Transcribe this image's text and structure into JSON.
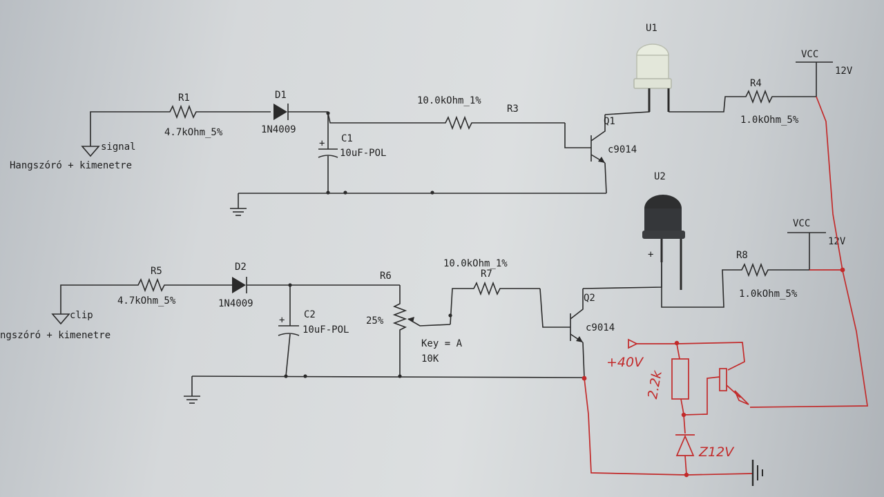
{
  "circuit_top": {
    "r1": {
      "ref": "R1",
      "value": "4.7kOhm_5%"
    },
    "d1": {
      "ref": "D1",
      "value": "1N4009"
    },
    "c1": {
      "ref": "C1",
      "value": "10uF-POL",
      "polarity": "+"
    },
    "r3": {
      "ref": "R3",
      "value": "10.0kOhm_1%"
    },
    "q1": {
      "ref": "Q1",
      "value": "c9014"
    },
    "u1": {
      "ref": "U1"
    },
    "r4": {
      "ref": "R4",
      "value": "1.0kOhm_5%"
    },
    "vcc": {
      "label": "VCC",
      "voltage": "12V"
    },
    "signal": {
      "label": "signal",
      "caption": "Hangszóró + kimenetre"
    }
  },
  "circuit_bottom": {
    "r5": {
      "ref": "R5",
      "value": "4.7kOhm_5%"
    },
    "d2": {
      "ref": "D2",
      "value": "1N4009"
    },
    "c2": {
      "ref": "C2",
      "value": "10uF-POL",
      "polarity": "+"
    },
    "r6": {
      "ref": "R6",
      "percent": "25%",
      "key": "Key = A",
      "value": "10K"
    },
    "r7": {
      "ref": "R7",
      "value": "10.0kOhm_1%"
    },
    "q2": {
      "ref": "Q2",
      "value": "c9014"
    },
    "u2": {
      "ref": "U2",
      "polarity": "+"
    },
    "r8": {
      "ref": "R8",
      "value": "1.0kOhm_5%"
    },
    "vcc": {
      "label": "VCC",
      "voltage": "12V"
    },
    "clip": {
      "label": "clip",
      "caption": "ngszóró + kimenetre"
    }
  },
  "handwritten": {
    "supply": "+40V",
    "resistor": "2.2k",
    "zener": "Z12V"
  },
  "colors": {
    "ink": "#2a2a2a",
    "pen": "#c22a2a",
    "paper": "#d5d8da"
  }
}
